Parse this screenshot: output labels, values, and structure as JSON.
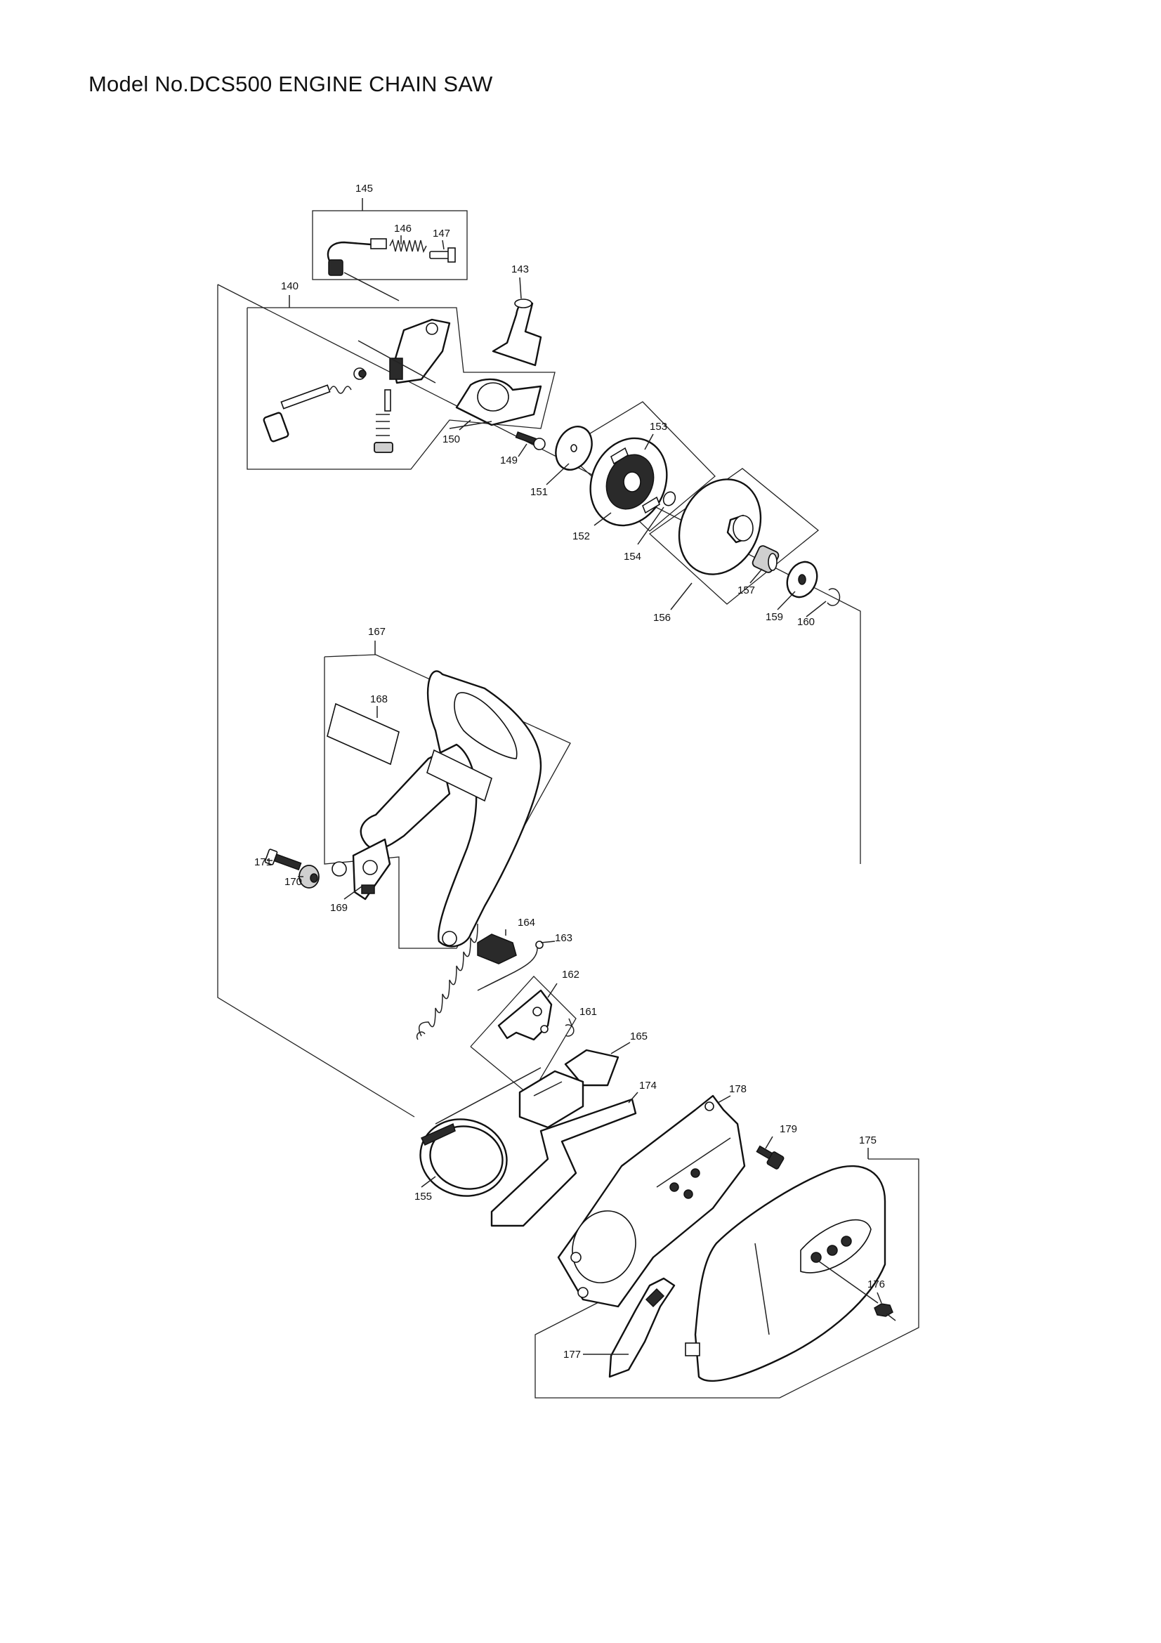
{
  "header": {
    "title": "Model No.DCS500 ENGINE CHAIN SAW"
  },
  "callouts": [
    {
      "id": "c145",
      "label": "145"
    },
    {
      "id": "c146",
      "label": "146"
    },
    {
      "id": "c147",
      "label": "147"
    },
    {
      "id": "c143",
      "label": "143"
    },
    {
      "id": "c140",
      "label": "140"
    },
    {
      "id": "c150",
      "label": "150"
    },
    {
      "id": "c149",
      "label": "149"
    },
    {
      "id": "c151",
      "label": "151"
    },
    {
      "id": "c153",
      "label": "153"
    },
    {
      "id": "c152",
      "label": "152"
    },
    {
      "id": "c154",
      "label": "154"
    },
    {
      "id": "c156",
      "label": "156"
    },
    {
      "id": "c157",
      "label": "157"
    },
    {
      "id": "c159",
      "label": "159"
    },
    {
      "id": "c160",
      "label": "160"
    },
    {
      "id": "c167",
      "label": "167"
    },
    {
      "id": "c168",
      "label": "168"
    },
    {
      "id": "c171",
      "label": "171"
    },
    {
      "id": "c170",
      "label": "170"
    },
    {
      "id": "c169",
      "label": "169"
    },
    {
      "id": "c164",
      "label": "164"
    },
    {
      "id": "c163",
      "label": "163"
    },
    {
      "id": "c162",
      "label": "162"
    },
    {
      "id": "c161",
      "label": "161"
    },
    {
      "id": "c165",
      "label": "165"
    },
    {
      "id": "c174",
      "label": "174"
    },
    {
      "id": "c178",
      "label": "178"
    },
    {
      "id": "c179",
      "label": "179"
    },
    {
      "id": "c175",
      "label": "175"
    },
    {
      "id": "c155",
      "label": "155"
    },
    {
      "id": "c176",
      "label": "176"
    },
    {
      "id": "c177",
      "label": "177"
    }
  ]
}
